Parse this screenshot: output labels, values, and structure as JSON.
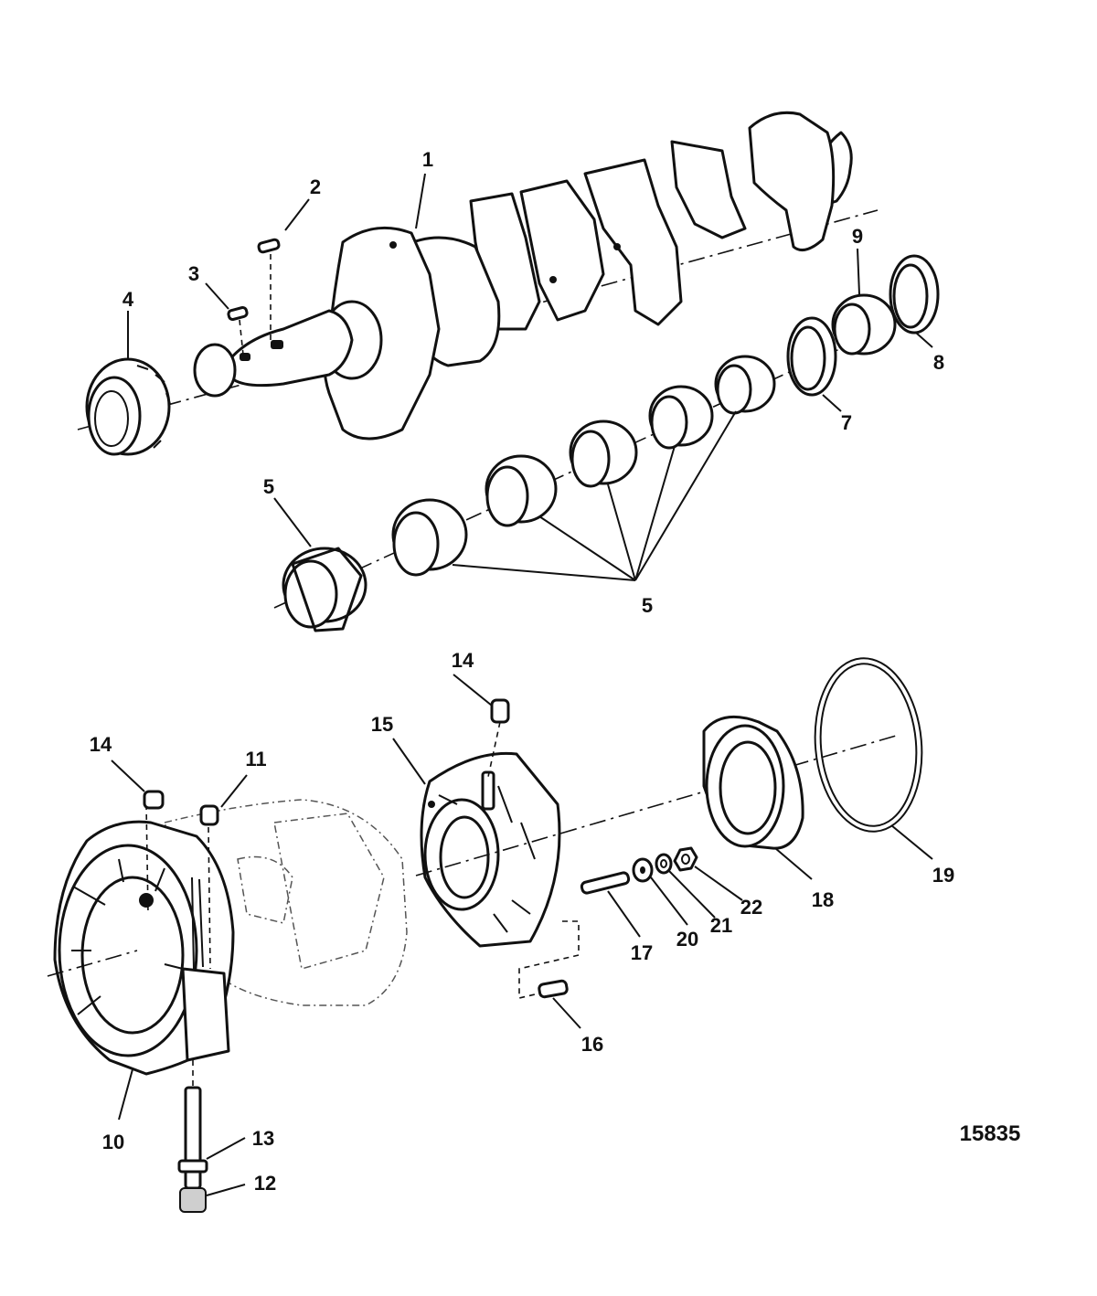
{
  "callouts": [
    {
      "key": "c1",
      "text": "1"
    },
    {
      "key": "c2",
      "text": "2"
    },
    {
      "key": "c3",
      "text": "3"
    },
    {
      "key": "c4",
      "text": "4"
    },
    {
      "key": "c5a",
      "text": "5"
    },
    {
      "key": "c5b",
      "text": "5"
    },
    {
      "key": "c7",
      "text": "7"
    },
    {
      "key": "c8",
      "text": "8"
    },
    {
      "key": "c9",
      "text": "9"
    },
    {
      "key": "c10",
      "text": "10"
    },
    {
      "key": "c11",
      "text": "11"
    },
    {
      "key": "c12",
      "text": "12"
    },
    {
      "key": "c13",
      "text": "13"
    },
    {
      "key": "c14a",
      "text": "14"
    },
    {
      "key": "c14b",
      "text": "14"
    },
    {
      "key": "c15",
      "text": "15"
    },
    {
      "key": "c16",
      "text": "16"
    },
    {
      "key": "c17",
      "text": "17"
    },
    {
      "key": "c18",
      "text": "18"
    },
    {
      "key": "c19",
      "text": "19"
    },
    {
      "key": "c20",
      "text": "20"
    },
    {
      "key": "c21",
      "text": "21"
    },
    {
      "key": "c22",
      "text": "22"
    }
  ],
  "illustration_number": "15835"
}
